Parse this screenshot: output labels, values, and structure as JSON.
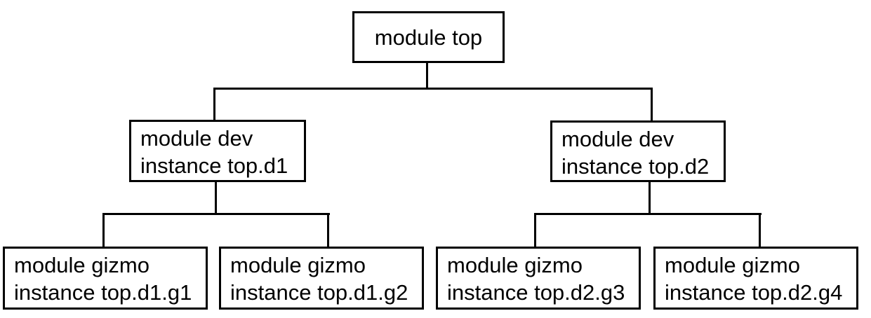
{
  "diagram": {
    "type": "module-hierarchy-tree",
    "colors": {
      "background": "#ffffff",
      "box_border": "#000000",
      "text": "#000000",
      "connector": "#000000"
    },
    "nodes": {
      "top": {
        "label": "module top"
      },
      "d1": {
        "module": "module dev",
        "instance": "instance top.d1"
      },
      "d2": {
        "module": "module dev",
        "instance": "instance top.d2"
      },
      "g1": {
        "module": "module gizmo",
        "instance": "instance top.d1.g1"
      },
      "g2": {
        "module": "module gizmo",
        "instance": "instance top.d1.g2"
      },
      "g3": {
        "module": "module gizmo",
        "instance": "instance top.d2.g3"
      },
      "g4": {
        "module": "module gizmo",
        "instance": "instance top.d2.g4"
      }
    },
    "edges": [
      {
        "from": "top",
        "to": "d1"
      },
      {
        "from": "top",
        "to": "d2"
      },
      {
        "from": "d1",
        "to": "g1"
      },
      {
        "from": "d1",
        "to": "g2"
      },
      {
        "from": "d2",
        "to": "g3"
      },
      {
        "from": "d2",
        "to": "g4"
      }
    ]
  }
}
